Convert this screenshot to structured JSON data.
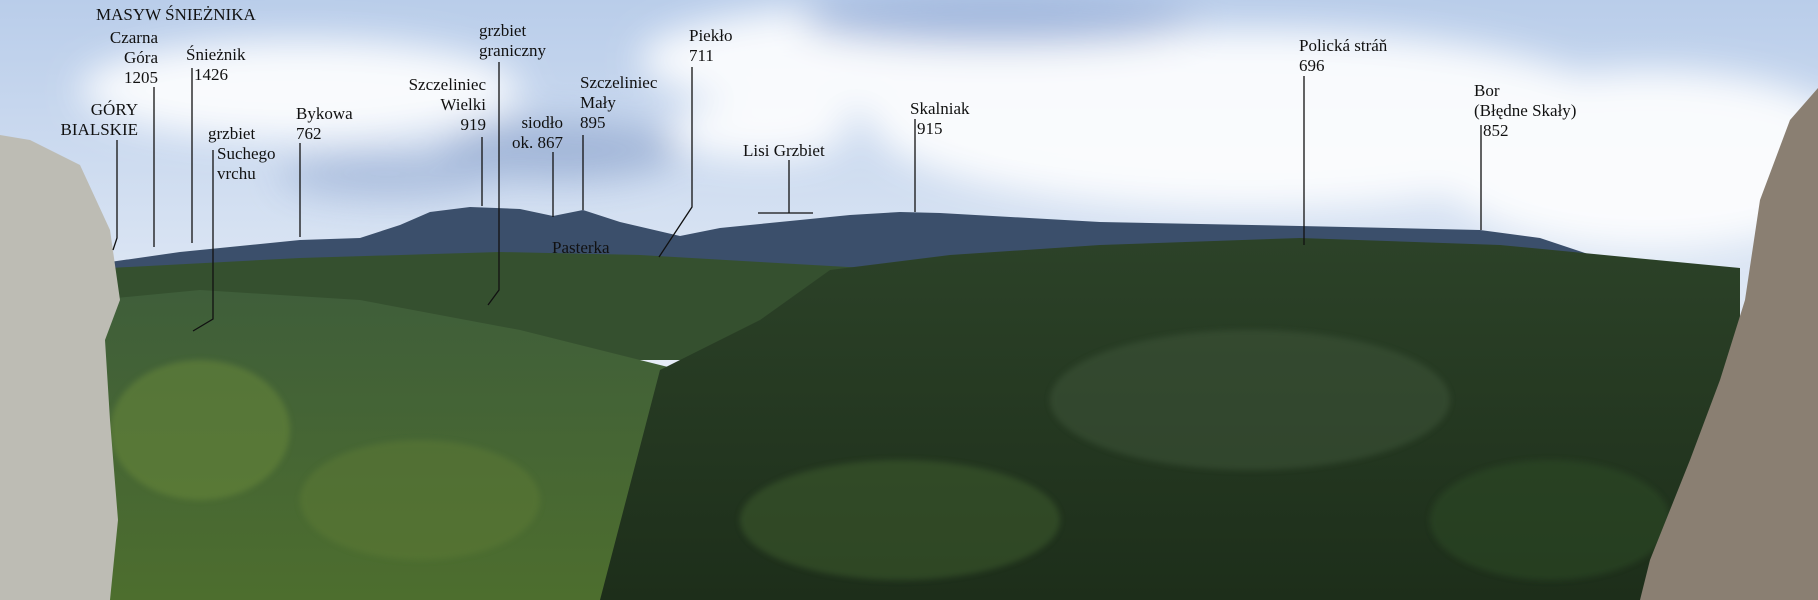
{
  "labels": [
    {
      "id": "masyw-snieznika",
      "lines": [
        "MASYW ŚNIEŻNIKA"
      ]
    },
    {
      "id": "czarna-gora",
      "lines": [
        "Czarna",
        "Góra",
        "1205"
      ]
    },
    {
      "id": "sniezznik",
      "lines": [
        "Śnieżnik",
        "1426"
      ]
    },
    {
      "id": "gory-bialskie",
      "lines": [
        "GÓRY",
        "BIALSKIE"
      ]
    },
    {
      "id": "grzbiet-suchego-vrchu",
      "lines": [
        "grzbiet",
        "Suchego",
        "vrchu"
      ]
    },
    {
      "id": "bykowa",
      "lines": [
        "Bykowa",
        "762"
      ]
    },
    {
      "id": "szczeliniec-wielki",
      "lines": [
        "Szczeliniec",
        "Wielki",
        "919"
      ]
    },
    {
      "id": "grzbiet-graniczny",
      "lines": [
        "grzbiet",
        "graniczny"
      ]
    },
    {
      "id": "siodlo",
      "lines": [
        "siodło",
        "ok. 867"
      ]
    },
    {
      "id": "szczeliniec-maly",
      "lines": [
        "Szczeliniec",
        "Mały",
        "895"
      ]
    },
    {
      "id": "pasterka",
      "lines": [
        "Pasterka"
      ]
    },
    {
      "id": "pieklo",
      "lines": [
        "Piekło",
        "711"
      ]
    },
    {
      "id": "lisi-grzbiet",
      "lines": [
        "Lisi Grzbiet"
      ]
    },
    {
      "id": "skalniak",
      "lines": [
        "Skalniak",
        "915"
      ]
    },
    {
      "id": "policka-stran",
      "lines": [
        "Polická stráň",
        "696"
      ]
    },
    {
      "id": "bor",
      "lines": [
        "Bor",
        "(Błędne Skały)",
        "852"
      ]
    }
  ],
  "colors": {
    "sky": "#c9d8ee",
    "ridge": "#3a4f6a",
    "forest": "#2f4a2a",
    "rock": "#b9b8b0"
  }
}
